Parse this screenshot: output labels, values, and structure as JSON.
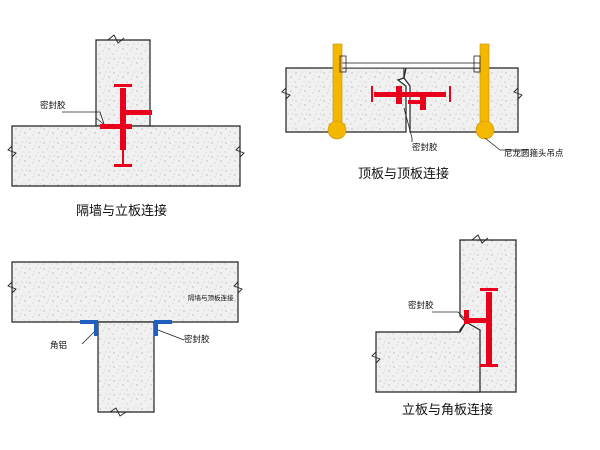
{
  "colors": {
    "sealant": "#e8001c",
    "angle_aluminum": "#1f5fbf",
    "hoist_point": "#f5b800",
    "outline": "#222222"
  },
  "diagrams": {
    "partition_to_wall": {
      "caption": "隔墙与立板连接",
      "sealant_label": "密封胶"
    },
    "roof_to_roof": {
      "caption": "顶板与顶板连接",
      "sealant_label": "密封胶",
      "hoist_label": "尼龙圆箍头吊点"
    },
    "angle_joint": {
      "sealant_label": "密封胶",
      "angle_label": "角铝",
      "beam_label": "隔墙与顶板连接"
    },
    "wall_to_corner": {
      "caption": "立板与角板连接",
      "sealant_label": "密封胶"
    }
  }
}
